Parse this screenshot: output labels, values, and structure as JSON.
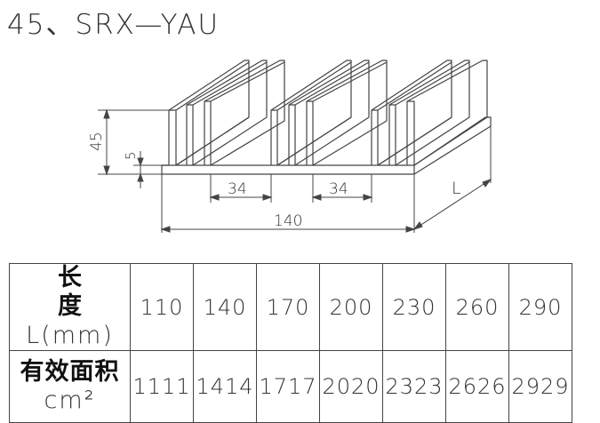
{
  "title": "45、SRX—YAU",
  "dimensions": {
    "height_total": "45",
    "base_thickness": "5",
    "gap_left": "34",
    "gap_right": "34",
    "width": "140",
    "length": "L"
  },
  "table": {
    "row1_label_cn": "长 度",
    "row1_label_unit": "L(mm)",
    "row2_label_cn": "有效面积",
    "row2_label_unit": "cm²",
    "lengths": [
      "110",
      "140",
      "170",
      "200",
      "230",
      "260",
      "290"
    ],
    "areas": [
      "1111",
      "1414",
      "1717",
      "2020",
      "2323",
      "2626",
      "2929"
    ]
  }
}
